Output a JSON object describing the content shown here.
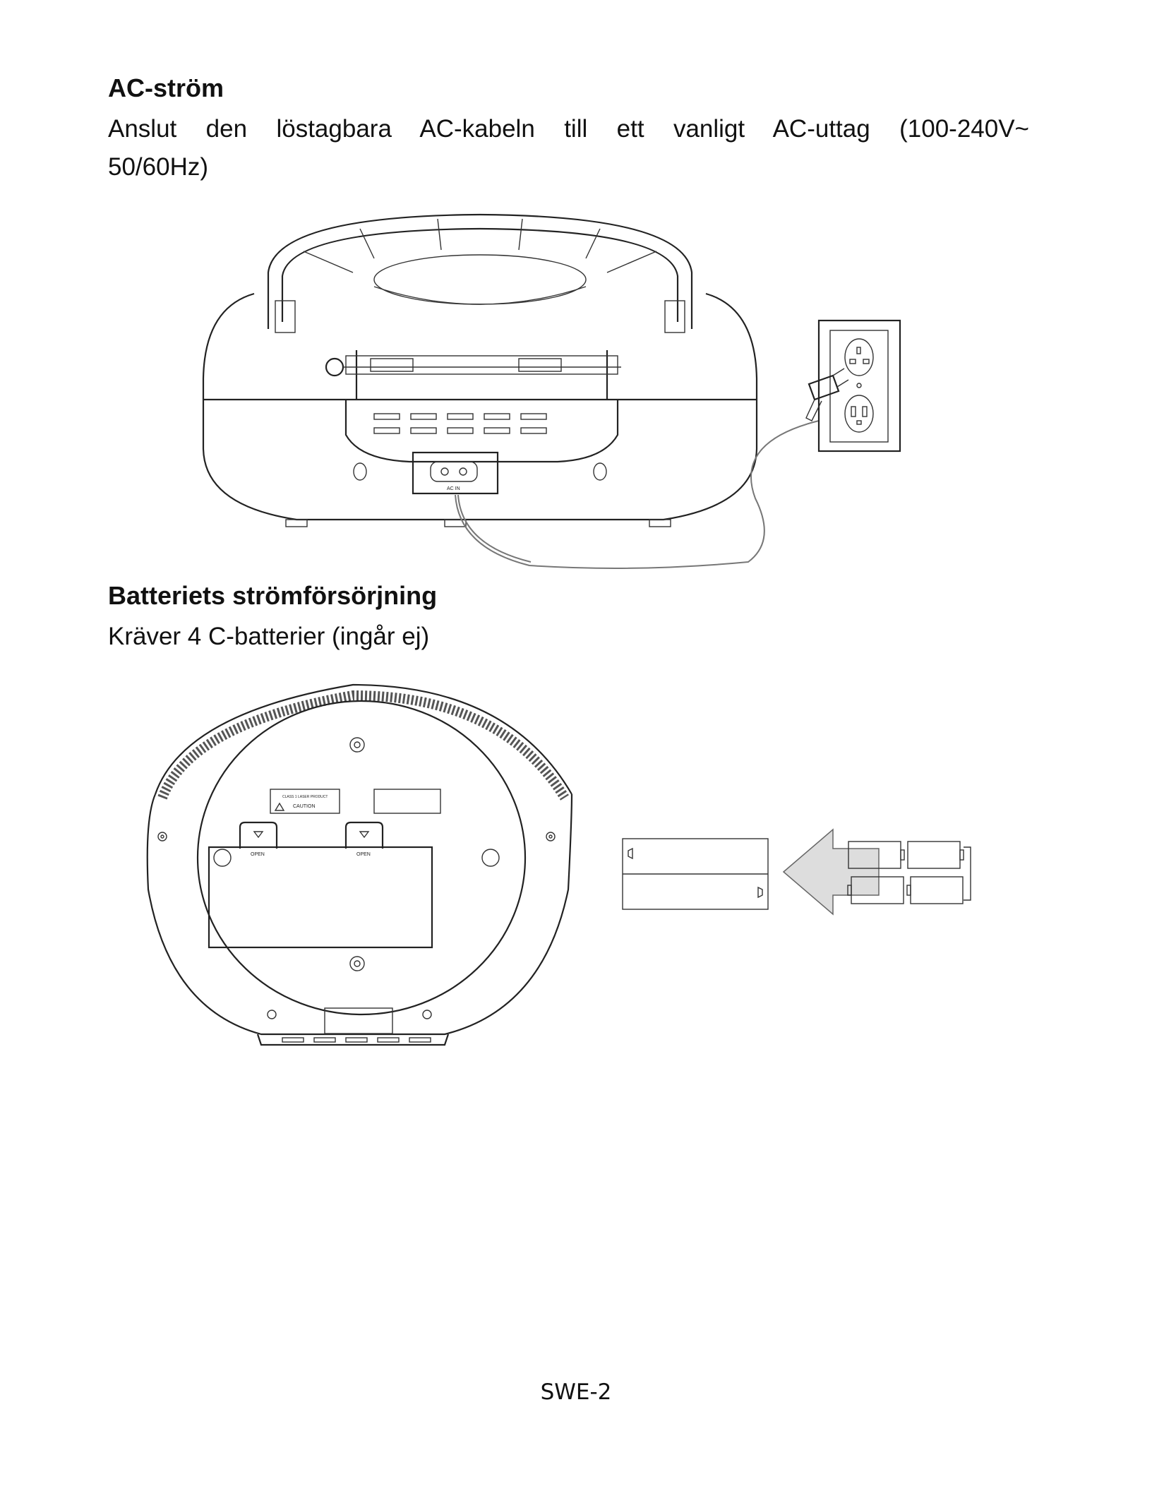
{
  "section_ac": {
    "heading": "AC-ström",
    "line1": "Anslut den löstagbara AC-kabeln till ett vanligt AC-uttag (100-240V~",
    "line2": "50/60Hz)"
  },
  "figure_ac": {
    "jack_label": "AC IN"
  },
  "section_battery": {
    "heading": "Batteriets strömförsörjning",
    "text": "Kräver 4 C-batterier (ingår ej)"
  },
  "figure_battery": {
    "sticker_top": "CLASS 1 LASER PRODUCT",
    "sticker_caution": "CAUTION",
    "latch_left": "OPEN",
    "latch_right": "OPEN"
  },
  "footer": {
    "page": "SWE-2"
  }
}
